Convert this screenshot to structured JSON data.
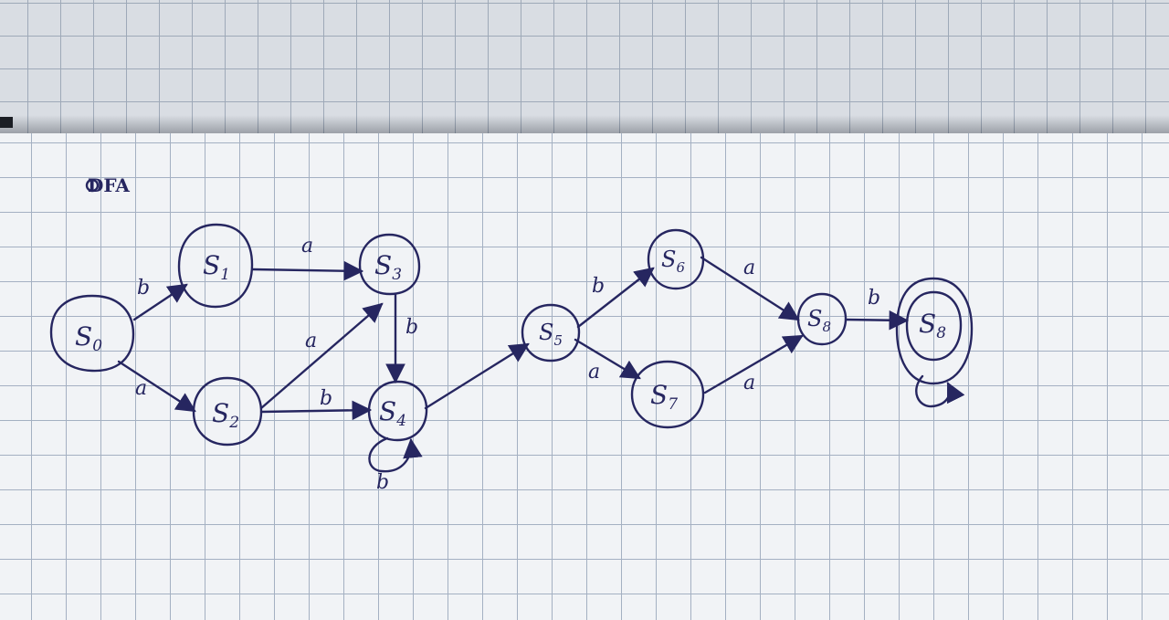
{
  "title": "DFA",
  "states": [
    {
      "id": "S0",
      "text": "S",
      "sub": "0"
    },
    {
      "id": "S1",
      "text": "S",
      "sub": "1"
    },
    {
      "id": "S2",
      "text": "S",
      "sub": "2"
    },
    {
      "id": "S3",
      "text": "S",
      "sub": "3"
    },
    {
      "id": "S4",
      "text": "S",
      "sub": "4"
    },
    {
      "id": "S5",
      "text": "S",
      "sub": "5"
    },
    {
      "id": "S6",
      "text": "S",
      "sub": "6"
    },
    {
      "id": "S7",
      "text": "S",
      "sub": "7"
    },
    {
      "id": "S8a",
      "text": "S",
      "sub": "8"
    },
    {
      "id": "S8b",
      "text": "S",
      "sub": "8",
      "final": true
    }
  ],
  "transitions": [
    {
      "from": "S0",
      "to": "S1",
      "label": "b"
    },
    {
      "from": "S0",
      "to": "S2",
      "label": "a"
    },
    {
      "from": "S1",
      "to": "S3",
      "label": "a"
    },
    {
      "from": "S2",
      "to": "S3",
      "label": "a"
    },
    {
      "from": "S2",
      "to": "S4",
      "label": "b"
    },
    {
      "from": "S3",
      "to": "S4",
      "label": "b"
    },
    {
      "from": "S4",
      "to": "S4",
      "label": "b"
    },
    {
      "from": "S4",
      "to": "S5",
      "label": ""
    },
    {
      "from": "S5",
      "to": "S6",
      "label": "b"
    },
    {
      "from": "S5",
      "to": "S7",
      "label": "a"
    },
    {
      "from": "S6",
      "to": "S8a",
      "label": "a"
    },
    {
      "from": "S7",
      "to": "S8a",
      "label": "a"
    },
    {
      "from": "S8a",
      "to": "S8b",
      "label": "b"
    },
    {
      "from": "S8b",
      "to": "S8b",
      "label": ""
    }
  ],
  "colors": {
    "ink": "#262660",
    "grid": "#a4b0c2",
    "paper": "#f1f3f6"
  }
}
